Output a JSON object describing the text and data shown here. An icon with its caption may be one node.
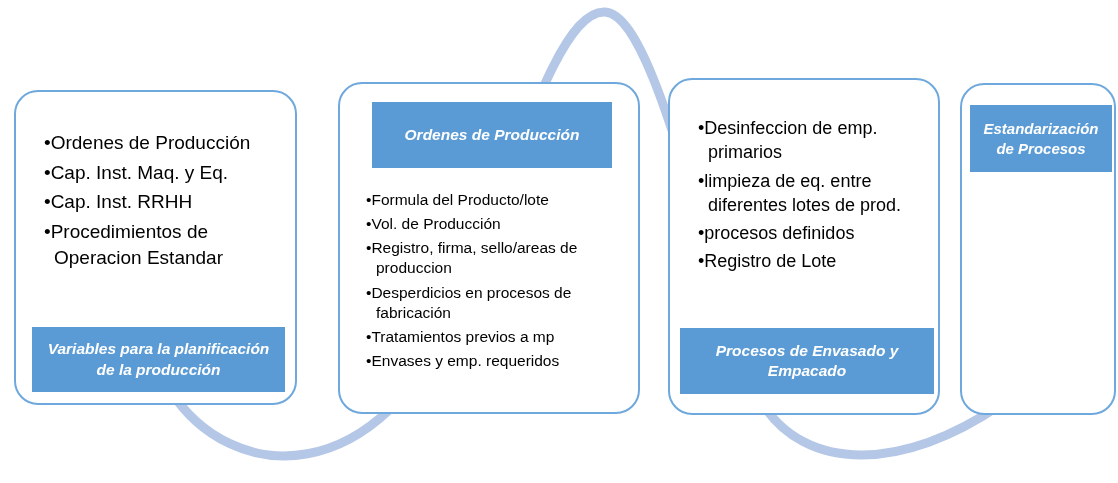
{
  "diagram": {
    "nodes": [
      {
        "text": [
          "•Ordenes de Producción",
          "•Cap. Inst. Maq. y Eq.",
          "•Cap. Inst. RRHH",
          "•Procedimientos de Operacion Estandar"
        ]
      },
      {
        "text": [
          "Variables para la planificación de la producción"
        ],
        "in": 0
      },
      {
        "text": [
          "•Formula del Producto/lote",
          "•Vol. de Producción",
          "•Registro, firma, sello/areas de produccion",
          "•Desperdicios en procesos de fabricación",
          "•Tratamientos previos a mp",
          "•Envases y emp. requeridos"
        ]
      },
      {
        "text": [
          "Ordenes de Producción"
        ],
        "in": 2
      },
      {
        "text": [
          "•Desinfeccion de emp. primarios",
          "•limpieza de eq. entre diferentes lotes de prod.",
          "•procesos definidos",
          "•Registro de Lote"
        ]
      },
      {
        "text": [
          "Procesos de Envasado y Empacado"
        ],
        "in": 4
      },
      {
        "text": [],
        "shape": "box"
      },
      {
        "text": [
          "Estandarización de Procesos"
        ],
        "in": 6
      }
    ],
    "edges": []
  }
}
